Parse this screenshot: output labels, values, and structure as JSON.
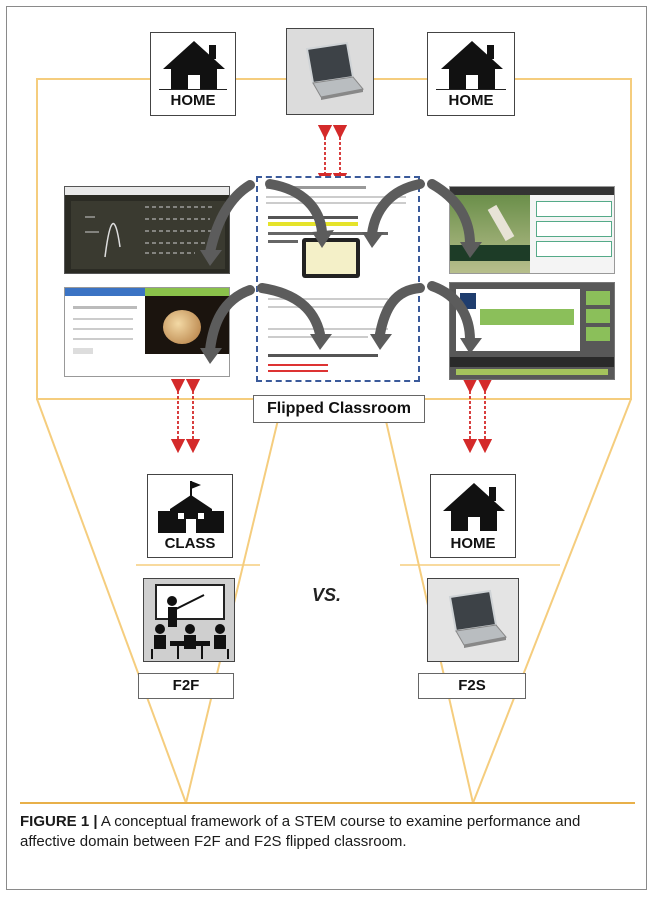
{
  "labels": {
    "home_top_left": "HOME",
    "home_top_right": "HOME",
    "flipped_classroom": "Flipped Classroom",
    "class": "CLASS",
    "home_bottom": "HOME",
    "vs": "VS.",
    "f2f": "F2F",
    "f2s": "F2S"
  },
  "caption": {
    "label": "FIGURE 1 |",
    "text": " A conceptual framework of a STEM course to examine performance and affective domain between F2F and F2S flipped classroom."
  },
  "icons": [
    "house-icon",
    "laptop-icon",
    "school-icon",
    "teacher-classroom-icon"
  ],
  "colors": {
    "frame_line": "#f5cd7e",
    "arrow": "#d42a2a",
    "dashed_border": "#3a5a9a",
    "curved_arrow": "#5a5a5a",
    "caption_rule": "#e8b04a"
  }
}
